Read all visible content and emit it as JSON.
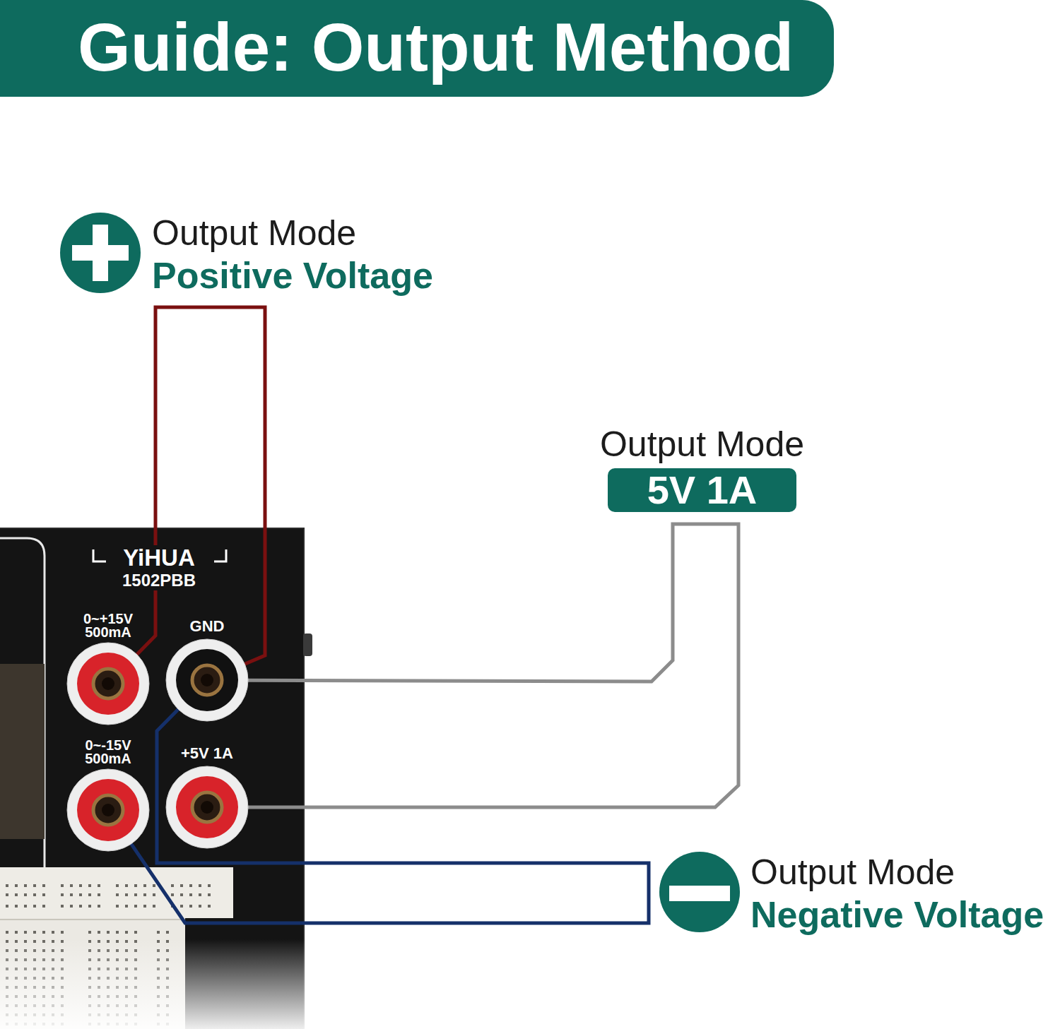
{
  "diagram": {
    "title": "Guide: Output Method",
    "nodes": [
      {
        "text": [
          "Output Mode",
          "Positive Voltage"
        ]
      },
      {
        "text": [
          "Output Mode",
          "5V 1A"
        ]
      },
      {
        "text": [
          "YiHUA",
          "1502PBB"
        ]
      },
      {
        "text": [
          "0~+15V 500mA"
        ],
        "in": 2
      },
      {
        "text": [
          "GND"
        ],
        "in": 2
      },
      {
        "text": [
          "0~-15V 500mA"
        ],
        "in": 2
      },
      {
        "text": [
          "+5V 1A"
        ],
        "in": 2
      },
      {
        "text": [
          "Output Mode",
          "Negative Voltage"
        ]
      }
    ],
    "edges": [
      {
        "from": 3,
        "to": 4,
        "arrow": "none"
      },
      {
        "from": 4,
        "to": 6,
        "arrow": "none"
      },
      {
        "from": 4,
        "to": 5,
        "arrow": "none"
      }
    ]
  }
}
